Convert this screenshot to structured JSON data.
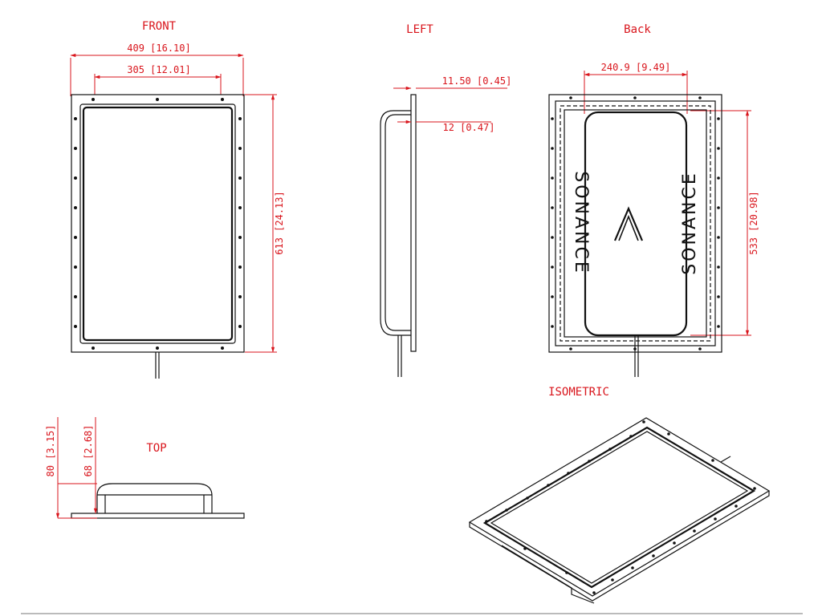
{
  "views": {
    "front": "FRONT",
    "left": "LEFT",
    "back": "Back",
    "top": "TOP",
    "isometric": "ISOMETRIC"
  },
  "dimensions": {
    "front_overall_width": "409 [16.10]",
    "front_inner_width": "305 [12.01]",
    "front_height": "613 [24.13]",
    "left_flange": "11.50 [0.45]",
    "left_depth": "12 [0.47]",
    "back_width": "240.9 [9.49]",
    "back_height": "533 [20.98]",
    "top_overall": "80 [3.15]",
    "top_body": "68 [2.68]"
  },
  "brand": {
    "name": "SONANCE"
  },
  "colors": {
    "dimension": "#d9151c",
    "linework": "#111111"
  }
}
